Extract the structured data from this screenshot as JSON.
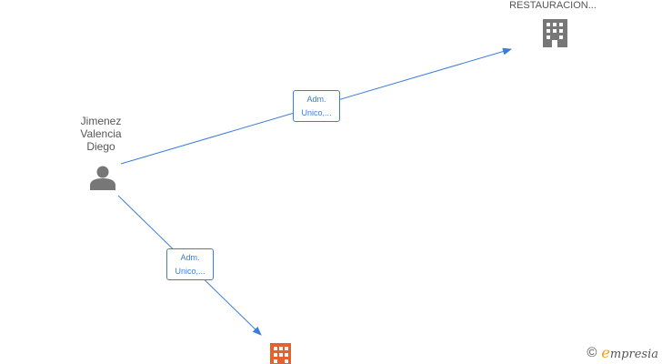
{
  "person": {
    "name_lines": [
      "Jimenez",
      "Valencia",
      "Diego"
    ],
    "icon": "person-icon"
  },
  "companies": [
    {
      "label": "RESTAURACION...",
      "icon": "building-icon",
      "color": "#777777"
    },
    {
      "label": "",
      "icon": "building-icon",
      "color": "#e8602c"
    }
  ],
  "relations": [
    {
      "from": "person",
      "to": "company-0",
      "label_lines": [
        "Adm.",
        "Unico,..."
      ]
    },
    {
      "from": "person",
      "to": "company-1",
      "label_lines": [
        "Adm.",
        "Unico,..."
      ]
    }
  ],
  "colors": {
    "edge": "#3b7dd8",
    "node_gray": "#777777",
    "accent": "#e8602c"
  },
  "watermark": {
    "copyright": "©",
    "brand_initial": "e",
    "brand_rest": "mpresia"
  }
}
